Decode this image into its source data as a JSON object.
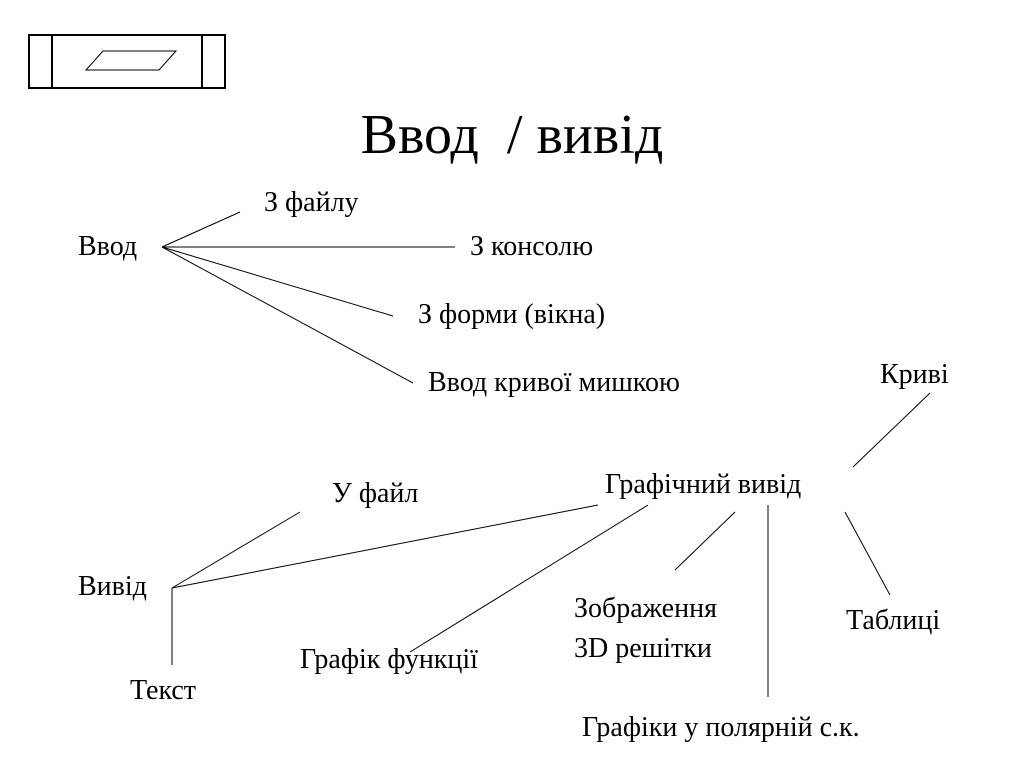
{
  "title": "Ввод  / вивід",
  "input": {
    "root": "Ввод",
    "from_file": "З файлу",
    "from_console": "З консолю",
    "from_form": "З форми (вікна)",
    "mouse_curve": "Ввод кривої мишкою"
  },
  "output": {
    "root": "Вивід",
    "to_file": "У файл",
    "text": "Текст",
    "graphic_output": "Графічний вивід",
    "curves": "Криві",
    "function_graph": "Графік функції",
    "image_line1": "Зображення",
    "image_line2": "3D решітки",
    "tables": "Таблиці",
    "polar_graphs": "Графіки у полярній с.к."
  }
}
